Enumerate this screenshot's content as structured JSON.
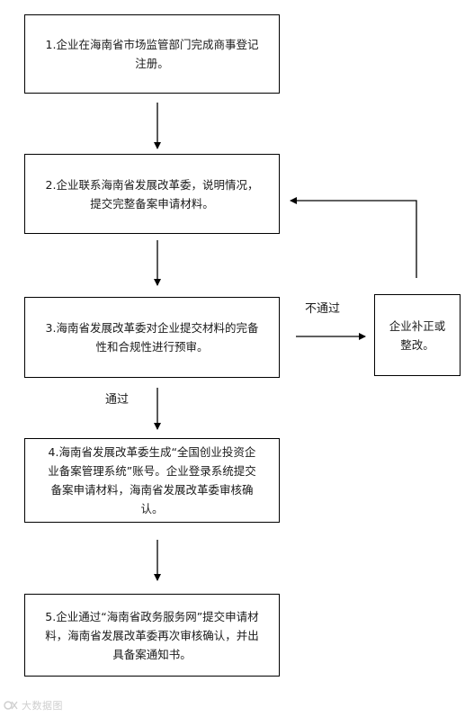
{
  "steps": [
    {
      "id": "s1",
      "text": "1.企业在海南省市场监管部门完成商事登记\n注册。"
    },
    {
      "id": "s2",
      "text": "2.企业联系海南省发展改革委，说明情况，\n提交完整备案申请材料。"
    },
    {
      "id": "s3",
      "text": "3.海南省发展改革委对企业提交材料的完备\n性和合规性进行预审。"
    },
    {
      "id": "s4",
      "text": "4.海南省发展改革委生成“全国创业投资企\n业备案管理系统”账号。企业登录系统提交\n备案申请材料，海南省发展改革委审核确\n认。"
    },
    {
      "id": "s5",
      "text": "5.企业通过“海南省政务服务网”提交申请材\n料，海南省发展改革委再次审核确认，并出\n具备案通知书。"
    }
  ],
  "side_step": {
    "id": "sx",
    "text": "企业补正或\n整改。"
  },
  "edge_labels": {
    "fail": "不通过",
    "pass": "通过"
  },
  "watermark": {
    "text": "大数据图"
  },
  "colors": {
    "line": "#000000",
    "text": "#1a1a1a",
    "watermark": "#cfcfcf"
  }
}
